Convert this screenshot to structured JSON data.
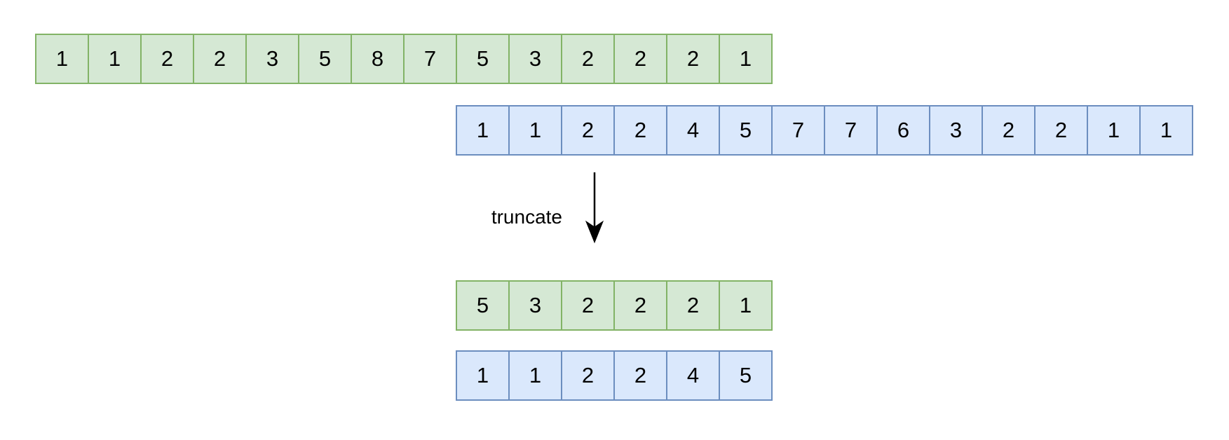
{
  "diagram": {
    "arrow_label": "truncate",
    "colors": {
      "green_fill": "#d5e8d4",
      "green_stroke": "#82b366",
      "blue_fill": "#dae8fc",
      "blue_stroke": "#6c8ebf",
      "arrow": "#000000",
      "text": "#000000"
    },
    "arrays": [
      {
        "id": "green-full",
        "color": "green",
        "values": [
          "1",
          "1",
          "2",
          "2",
          "3",
          "5",
          "8",
          "7",
          "5",
          "3",
          "2",
          "2",
          "2",
          "1"
        ]
      },
      {
        "id": "blue-full",
        "color": "blue",
        "values": [
          "1",
          "1",
          "2",
          "2",
          "4",
          "5",
          "7",
          "7",
          "6",
          "3",
          "2",
          "2",
          "1",
          "1"
        ]
      },
      {
        "id": "green-truncated",
        "color": "green",
        "values": [
          "5",
          "3",
          "2",
          "2",
          "2",
          "1"
        ]
      },
      {
        "id": "blue-truncated",
        "color": "blue",
        "values": [
          "1",
          "1",
          "2",
          "2",
          "4",
          "5"
        ]
      }
    ]
  }
}
